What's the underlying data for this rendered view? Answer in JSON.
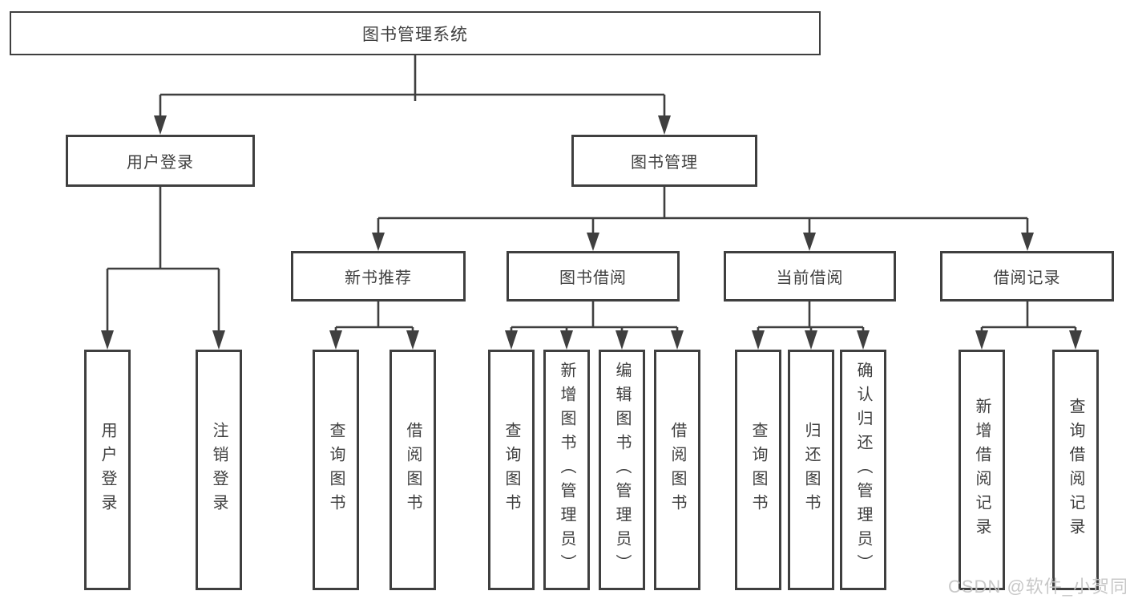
{
  "tree": {
    "label": "图书管理系统",
    "children": [
      {
        "label": "用户登录",
        "children": [
          {
            "label": "用户登录"
          },
          {
            "label": "注销登录"
          }
        ]
      },
      {
        "label": "图书管理",
        "children": [
          {
            "label": "新书推荐",
            "children": [
              {
                "label": "查询图书"
              },
              {
                "label": "借阅图书"
              }
            ]
          },
          {
            "label": "图书借阅",
            "children": [
              {
                "label": "查询图书"
              },
              {
                "label": "新增图书（管理员）"
              },
              {
                "label": "编辑图书（管理员）"
              },
              {
                "label": "借阅图书"
              }
            ]
          },
          {
            "label": "当前借阅",
            "children": [
              {
                "label": "查询图书"
              },
              {
                "label": "归还图书"
              },
              {
                "label": "确认归还（管理员）"
              }
            ]
          },
          {
            "label": "借阅记录",
            "children": [
              {
                "label": "新增借阅记录"
              },
              {
                "label": "查询借阅记录"
              }
            ]
          }
        ]
      }
    ]
  },
  "watermark": "CSDN @软件_小贺同学",
  "colors": {
    "line": "#3f3f3f",
    "text": "#3f3f3f",
    "background": "#ffffff",
    "watermark": "#c5c5c5"
  }
}
